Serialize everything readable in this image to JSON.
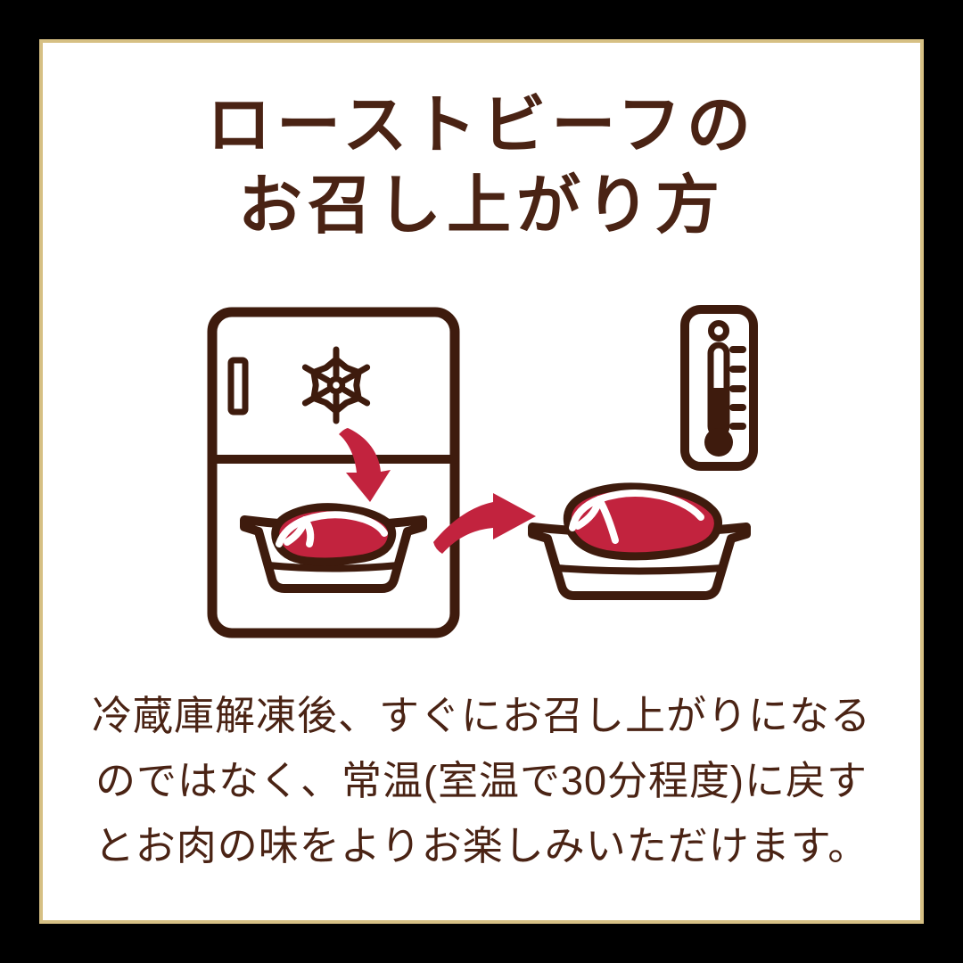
{
  "colors": {
    "background": "#000000",
    "panel": "#ffffff",
    "border-gold": "#d6c084",
    "brown": "#4a2314",
    "outline": "#3e1b0d",
    "red": "#c2233e"
  },
  "title": {
    "line1": "ローストビーフの",
    "line2": "お召し上がり方"
  },
  "diagram": {
    "icons": [
      "refrigerator-icon",
      "snowflake-icon",
      "arrow-down-icon",
      "roast-beef-tray-small-icon",
      "arrow-right-icon",
      "roast-beef-tray-large-icon",
      "thermometer-icon"
    ]
  },
  "instructions": {
    "line1": "冷蔵庫解凍後、すぐにお召し上がりになる",
    "line2": "のではなく、常温(室温で30分程度)に戻す",
    "line3": "とお肉の味をよりお楽しみいただけます。"
  }
}
